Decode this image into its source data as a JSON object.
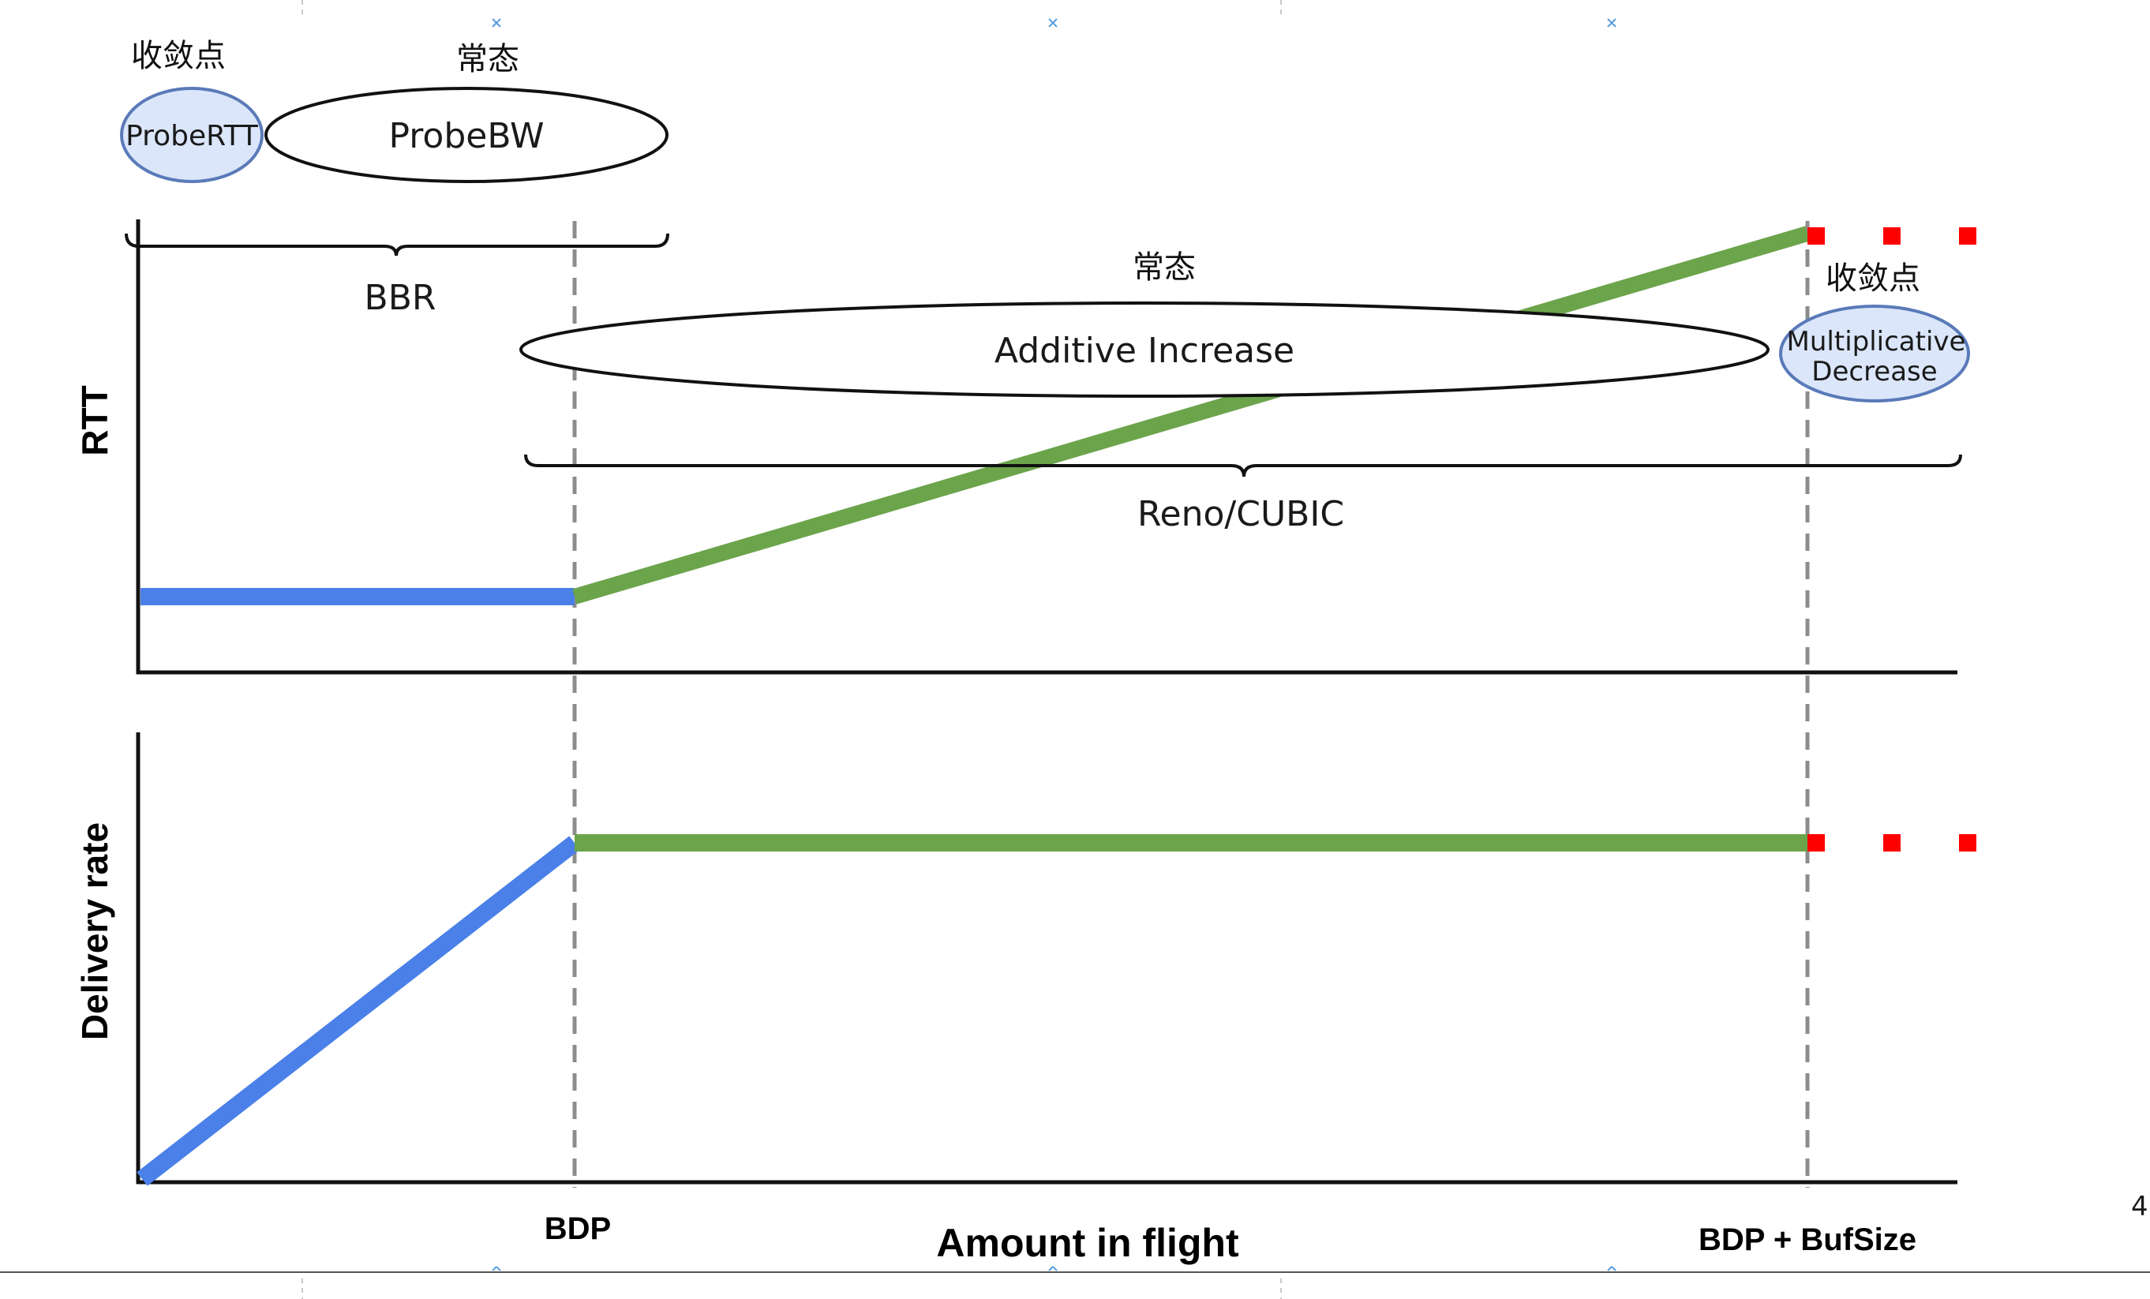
{
  "colors": {
    "bbr_line": "#4a80e8",
    "reno_line": "#6ca44c",
    "overflow_marker": "#ff0000",
    "state_bubble_fill": "#dbe6fa",
    "state_bubble_stroke": "#5a7ab8",
    "dashed_guides": "#8c8c8c"
  },
  "state_machine": {
    "bbr_convergence_label": "收敛点",
    "bbr_steady_label": "常态",
    "probe_rtt": "ProbeRTT",
    "probe_bw": "ProbeBW",
    "bbr_label": "BBR",
    "reno_steady_label": "常态",
    "additive_increase": "Additive Increase",
    "reno_convergence_label": "收敛点",
    "multiplicative_decrease_line1": "Multiplicative",
    "multiplicative_decrease_line2": "Decrease",
    "reno_label": "Reno/CUBIC"
  },
  "axes": {
    "rtt_ylabel": "RTT",
    "delivery_ylabel": "Delivery rate",
    "xlabel": "Amount in flight",
    "tick_bdp": "BDP",
    "tick_bdp_bufsize": "BDP + BufSize"
  },
  "page_number": "4"
}
